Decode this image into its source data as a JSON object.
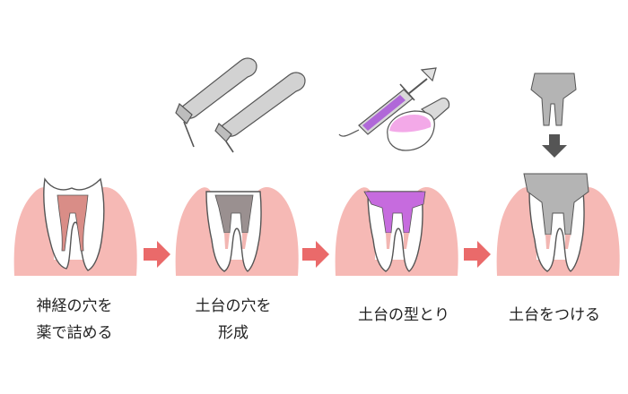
{
  "steps": [
    {
      "caption_line1": "神経の穴を",
      "caption_line2": "薬で詰める"
    },
    {
      "caption_line1": "土台の穴を",
      "caption_line2": "形成"
    },
    {
      "caption_line1": "土台の型とり",
      "caption_line2": ""
    },
    {
      "caption_line1": "土台をつける",
      "caption_line2": ""
    }
  ],
  "colors": {
    "gum": "#f6b9b5",
    "gum_edge": "#e89d98",
    "tooth": "#ffffff",
    "tooth_outline": "#555555",
    "canal_filling": "#d98d87",
    "post_hole": "#9a9090",
    "impression": "#c66bde",
    "abutment": "#b4b4b4",
    "arrow": "#ea6a6a",
    "down_arrow": "#555555",
    "instrument": "#c9c9c9"
  },
  "icons": [
    "handpiece-icon",
    "syringe-icon",
    "impression-tray-icon",
    "abutment-post-icon"
  ]
}
